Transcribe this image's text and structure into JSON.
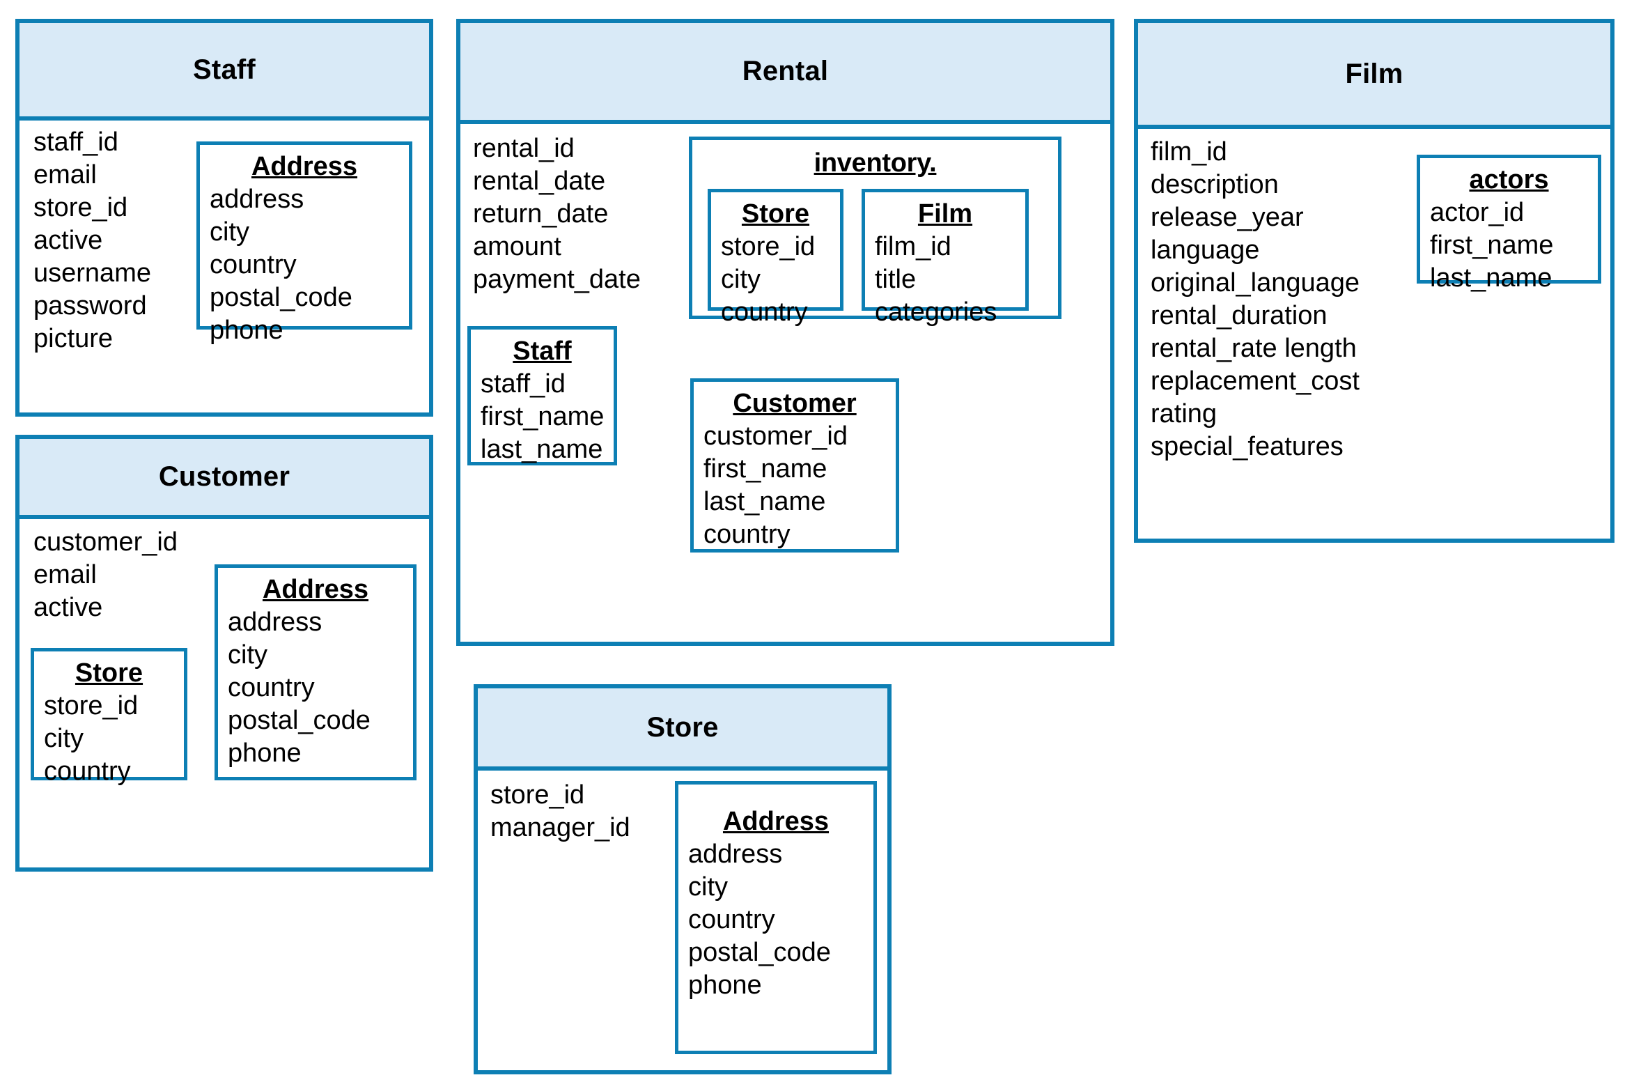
{
  "diagram": {
    "kind": "entity-relationship-diagram",
    "colors": {
      "border": "#0d7fb4",
      "header_fill": "#d9eaf7",
      "text": "#000000",
      "background": "#ffffff"
    }
  },
  "entities": {
    "staff": {
      "title": "Staff",
      "attributes": [
        "staff_id",
        "email",
        "store_id",
        "active",
        "username",
        "password",
        "picture"
      ],
      "nested": {
        "address": {
          "title": "Address",
          "attributes": [
            "address",
            "city",
            "country",
            "postal_code",
            "phone"
          ]
        }
      }
    },
    "customer": {
      "title": "Customer",
      "attributes": [
        "customer_id",
        "email",
        "active"
      ],
      "nested": {
        "store": {
          "title": "Store",
          "attributes": [
            "store_id",
            "city",
            "country"
          ]
        },
        "address": {
          "title": "Address",
          "attributes": [
            "address",
            "city",
            "country",
            "postal_code",
            "phone"
          ]
        }
      }
    },
    "rental": {
      "title": "Rental",
      "attributes": [
        "rental_id",
        "rental_date",
        "return_date",
        "amount",
        "payment_date"
      ],
      "nested": {
        "inventory": {
          "title": "inventory.",
          "store": {
            "title": "Store",
            "attributes": [
              "store_id",
              "city",
              "country"
            ]
          },
          "film": {
            "title": "Film",
            "attributes": [
              "film_id",
              "title",
              "categories"
            ]
          }
        },
        "staff": {
          "title": "Staff",
          "attributes": [
            "staff_id",
            "first_name",
            "last_name"
          ]
        },
        "customer": {
          "title": "Customer",
          "attributes": [
            "customer_id",
            "first_name",
            "last_name",
            "country"
          ]
        }
      }
    },
    "film": {
      "title": "Film",
      "attributes": [
        "film_id",
        "description",
        "release_year",
        "language",
        "original_language",
        "rental_duration",
        "rental_rate length",
        "replacement_cost",
        "rating",
        "special_features"
      ],
      "nested": {
        "actors": {
          "title": "actors",
          "attributes": [
            "actor_id",
            "first_name",
            "last_name"
          ]
        }
      }
    },
    "store": {
      "title": "Store",
      "attributes": [
        "store_id",
        "manager_id"
      ],
      "nested": {
        "address": {
          "title": "Address",
          "attributes": [
            "address",
            "city",
            "country",
            "postal_code",
            "phone"
          ]
        }
      }
    }
  }
}
